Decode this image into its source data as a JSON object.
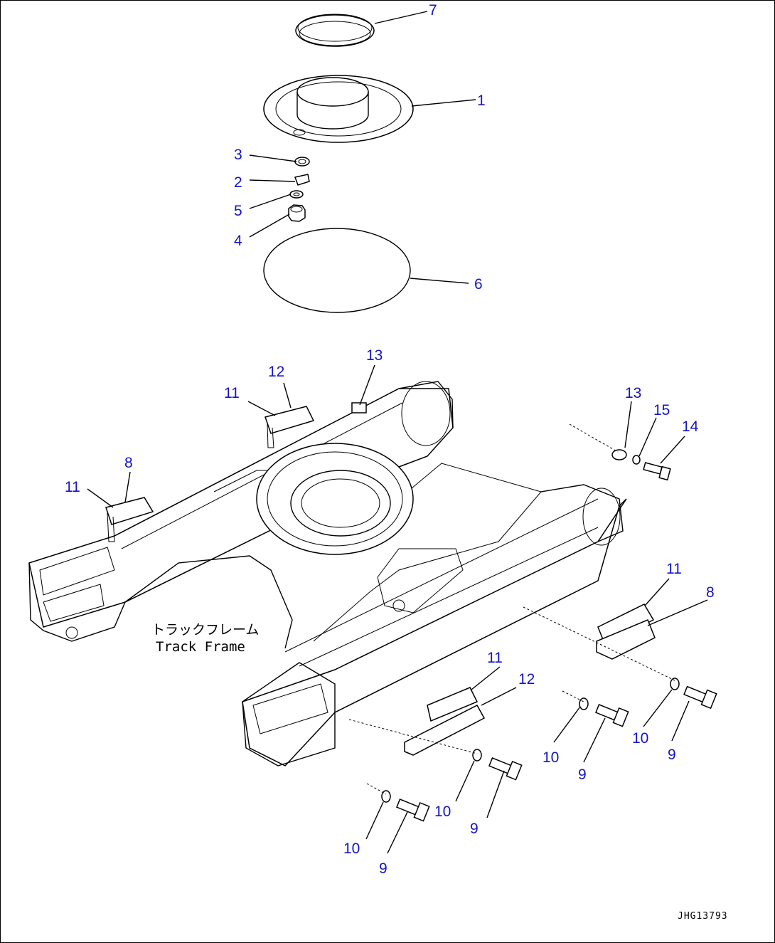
{
  "diagram": {
    "caption_jp": "トラックフレーム",
    "caption_en": "Track Frame",
    "figure_code": "JHG13793"
  },
  "callouts": [
    {
      "id": "c-7",
      "label": "7"
    },
    {
      "id": "c-1",
      "label": "1"
    },
    {
      "id": "c-3",
      "label": "3"
    },
    {
      "id": "c-2",
      "label": "2"
    },
    {
      "id": "c-5",
      "label": "5"
    },
    {
      "id": "c-4",
      "label": "4"
    },
    {
      "id": "c-6",
      "label": "6"
    },
    {
      "id": "c-13a",
      "label": "13"
    },
    {
      "id": "c-12a",
      "label": "12"
    },
    {
      "id": "c-11a",
      "label": "11"
    },
    {
      "id": "c-8a",
      "label": "8"
    },
    {
      "id": "c-11b",
      "label": "11"
    },
    {
      "id": "c-13b",
      "label": "13"
    },
    {
      "id": "c-15",
      "label": "15"
    },
    {
      "id": "c-14",
      "label": "14"
    },
    {
      "id": "c-11c",
      "label": "11"
    },
    {
      "id": "c-8b",
      "label": "8"
    },
    {
      "id": "c-11d",
      "label": "11"
    },
    {
      "id": "c-12b",
      "label": "12"
    },
    {
      "id": "c-10a",
      "label": "10"
    },
    {
      "id": "c-10b",
      "label": "10"
    },
    {
      "id": "c-9a",
      "label": "9"
    },
    {
      "id": "c-9b",
      "label": "9"
    },
    {
      "id": "c-10c",
      "label": "10"
    },
    {
      "id": "c-9c",
      "label": "9"
    },
    {
      "id": "c-10d",
      "label": "10"
    },
    {
      "id": "c-9d",
      "label": "9"
    }
  ]
}
